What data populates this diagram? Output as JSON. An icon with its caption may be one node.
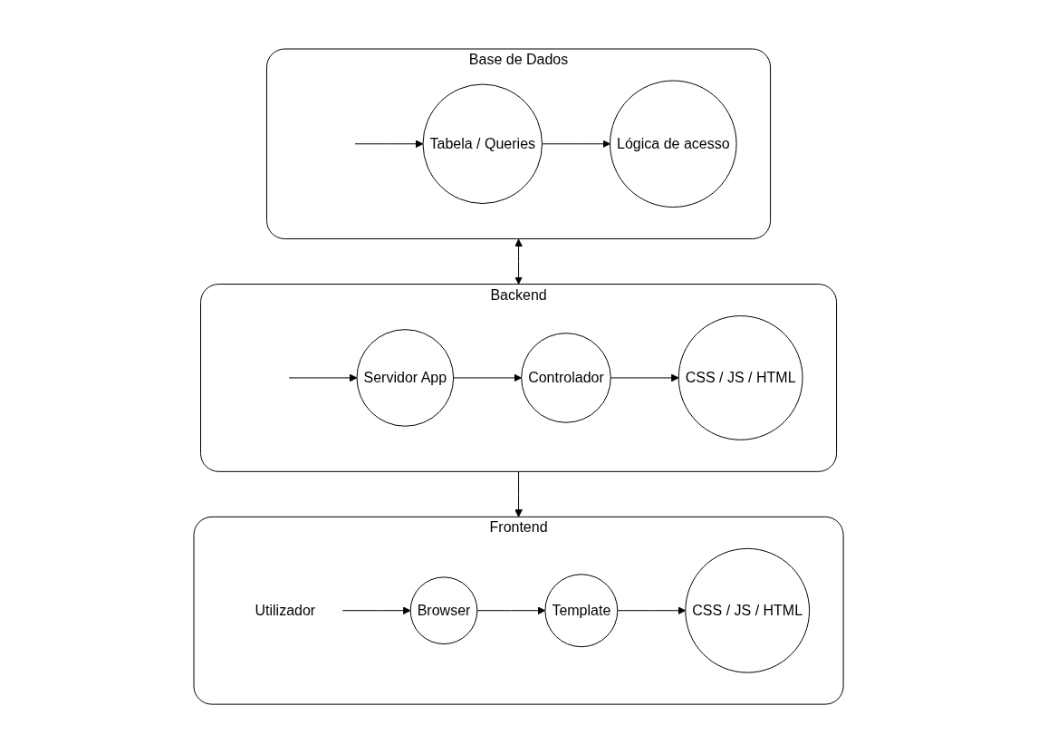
{
  "diagram": {
    "nodes": [
      {
        "text": [
          "Frontend"
        ]
      },
      {
        "text": [
          "Utilizador"
        ],
        "in": 0
      },
      {
        "text": [
          "Browser"
        ],
        "in": 0
      },
      {
        "text": [
          "Template"
        ],
        "in": 0
      },
      {
        "text": [
          "CSS / JS / HTML"
        ],
        "in": 0
      },
      {
        "text": [
          "Backend"
        ]
      },
      {
        "text": [
          "Servidor App"
        ],
        "in": 5
      },
      {
        "text": [
          "Controlador"
        ],
        "in": 5
      },
      {
        "text": [
          "CSS / JS / HTML"
        ],
        "in": 5
      },
      {
        "text": [
          "Base de Dados"
        ]
      },
      {
        "text": [
          "Tabela / Queries"
        ],
        "in": 9
      },
      {
        "text": [
          "Lógica de acesso"
        ],
        "in": 9
      }
    ],
    "edges": [
      {
        "from": 1,
        "to": 2,
        "arrow": "to"
      },
      {
        "from": 2,
        "to": 3,
        "arrow": "to"
      },
      {
        "from": 3,
        "to": 4,
        "arrow": "to"
      },
      {
        "from": 5,
        "to": 0,
        "arrow": "to"
      },
      {
        "from": null,
        "to": 6,
        "arrow": "to"
      },
      {
        "from": 6,
        "to": 7,
        "arrow": "to"
      },
      {
        "from": 7,
        "to": 8,
        "arrow": "to"
      },
      {
        "from": 9,
        "to": 5,
        "arrow": "both"
      },
      {
        "from": null,
        "to": 10,
        "arrow": "to"
      },
      {
        "from": 10,
        "to": 11,
        "arrow": "to"
      }
    ]
  }
}
